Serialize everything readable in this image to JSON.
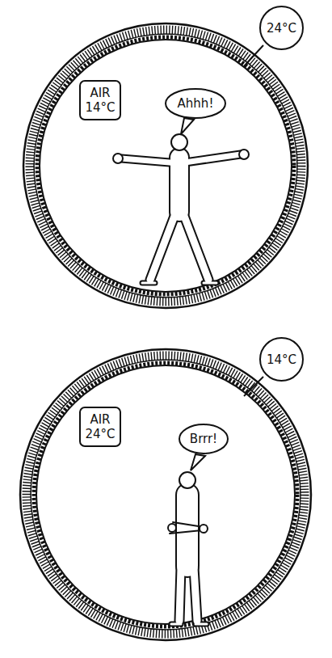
{
  "diagram": {
    "nodes": [
      {
        "text": [
          "AIR 14°C"
        ]
      },
      {
        "text": [
          "Ahhh!"
        ]
      },
      {
        "text": [
          "24°C"
        ]
      },
      {
        "text": [
          "AIR 24°C"
        ]
      },
      {
        "text": [
          "Brrr!"
        ]
      },
      {
        "text": [
          "14°C"
        ]
      }
    ]
  }
}
